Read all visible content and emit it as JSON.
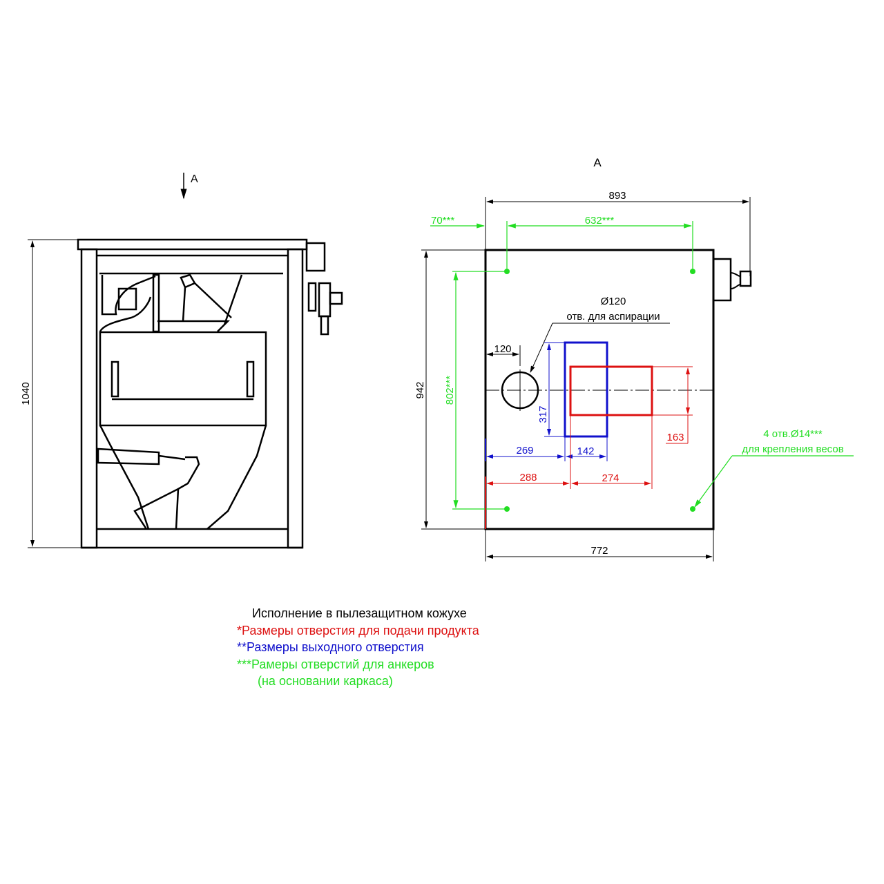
{
  "colors": {
    "feed": "#dd1111",
    "outlet": "#1010cc",
    "anchor": "#22dd22",
    "line": "#000000"
  },
  "side_view": {
    "arrow_label": "A",
    "height_dim": "1040"
  },
  "top_view": {
    "title": "A",
    "width_total": "893",
    "anchor_offset": "70***",
    "anchor_span_x": "632***",
    "anchor_span_y": "802***",
    "depth": "942",
    "width": "772",
    "aspiration_diameter": "Ø120",
    "aspiration_label": "отв. для аспирации",
    "aspiration_offset": "120",
    "outlet_height": "317",
    "outlet_offset": "269",
    "outlet_width": "142",
    "feed_offset": "288",
    "feed_width": "274",
    "feed_height": "163",
    "anchor_holes": "4 отв.Ø14***",
    "anchor_holes_purpose": "для крепления весов"
  },
  "legend": {
    "title": "Исполнение в пылезащитном кожухе",
    "feed": "*Размеры отверстия для подачи продукта",
    "outlet": "**Размеры выходного отверстия",
    "anchor": "***Рамеры отверстий для анкеров",
    "anchor_note": "(на основании каркаса)"
  }
}
